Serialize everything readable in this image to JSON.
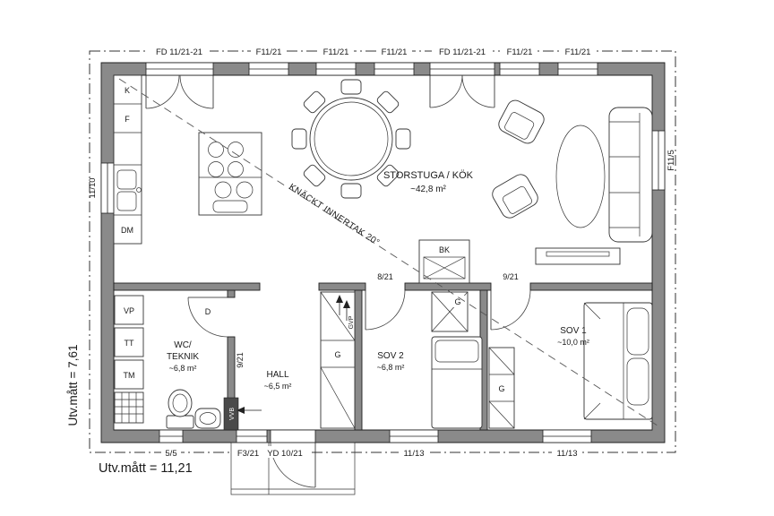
{
  "meta": {
    "left_dimension": "Utv.mått = 7,61",
    "bottom_dimension": "Utv.mått = 11,21",
    "ridge_note": "KNÄCKT INNERTAK 20°"
  },
  "openings": {
    "top": [
      "FD 11/21-21",
      "F11/21",
      "F11/21",
      "F11/21",
      "FD 11/21-21",
      "F11/21",
      "F11/21"
    ],
    "bottom": [
      "5/5",
      "F3/21",
      "YD 10/21",
      "11/13",
      "11/13"
    ],
    "left": "11/10",
    "right": "F11/5",
    "sov2_door": "8/21",
    "sov1_door": "9/21",
    "wc_door": "9/21",
    "wc_door_letter": "D"
  },
  "rooms": {
    "living": {
      "name": "STORSTUGA / KÖK",
      "area": "~42,8 m²"
    },
    "wc": {
      "line1": "WC/",
      "line2": "TEKNIK",
      "area": "~6,8 m²"
    },
    "hall": {
      "name": "HALL",
      "area": "~6,5 m²"
    },
    "sov2": {
      "name": "SOV 2",
      "area": "~6,8 m²"
    },
    "sov1": {
      "name": "SOV 1",
      "area": "~10,0 m²"
    }
  },
  "appliances": {
    "fridge": "K",
    "freezer": "F",
    "dishwasher": "DM",
    "heat_pump": "VP",
    "dryer": "TT",
    "washer": "TM",
    "fireplace": "BK",
    "water_heater": "VVB",
    "gvp": "GVP"
  },
  "labels": {
    "wardrobe": "G"
  }
}
